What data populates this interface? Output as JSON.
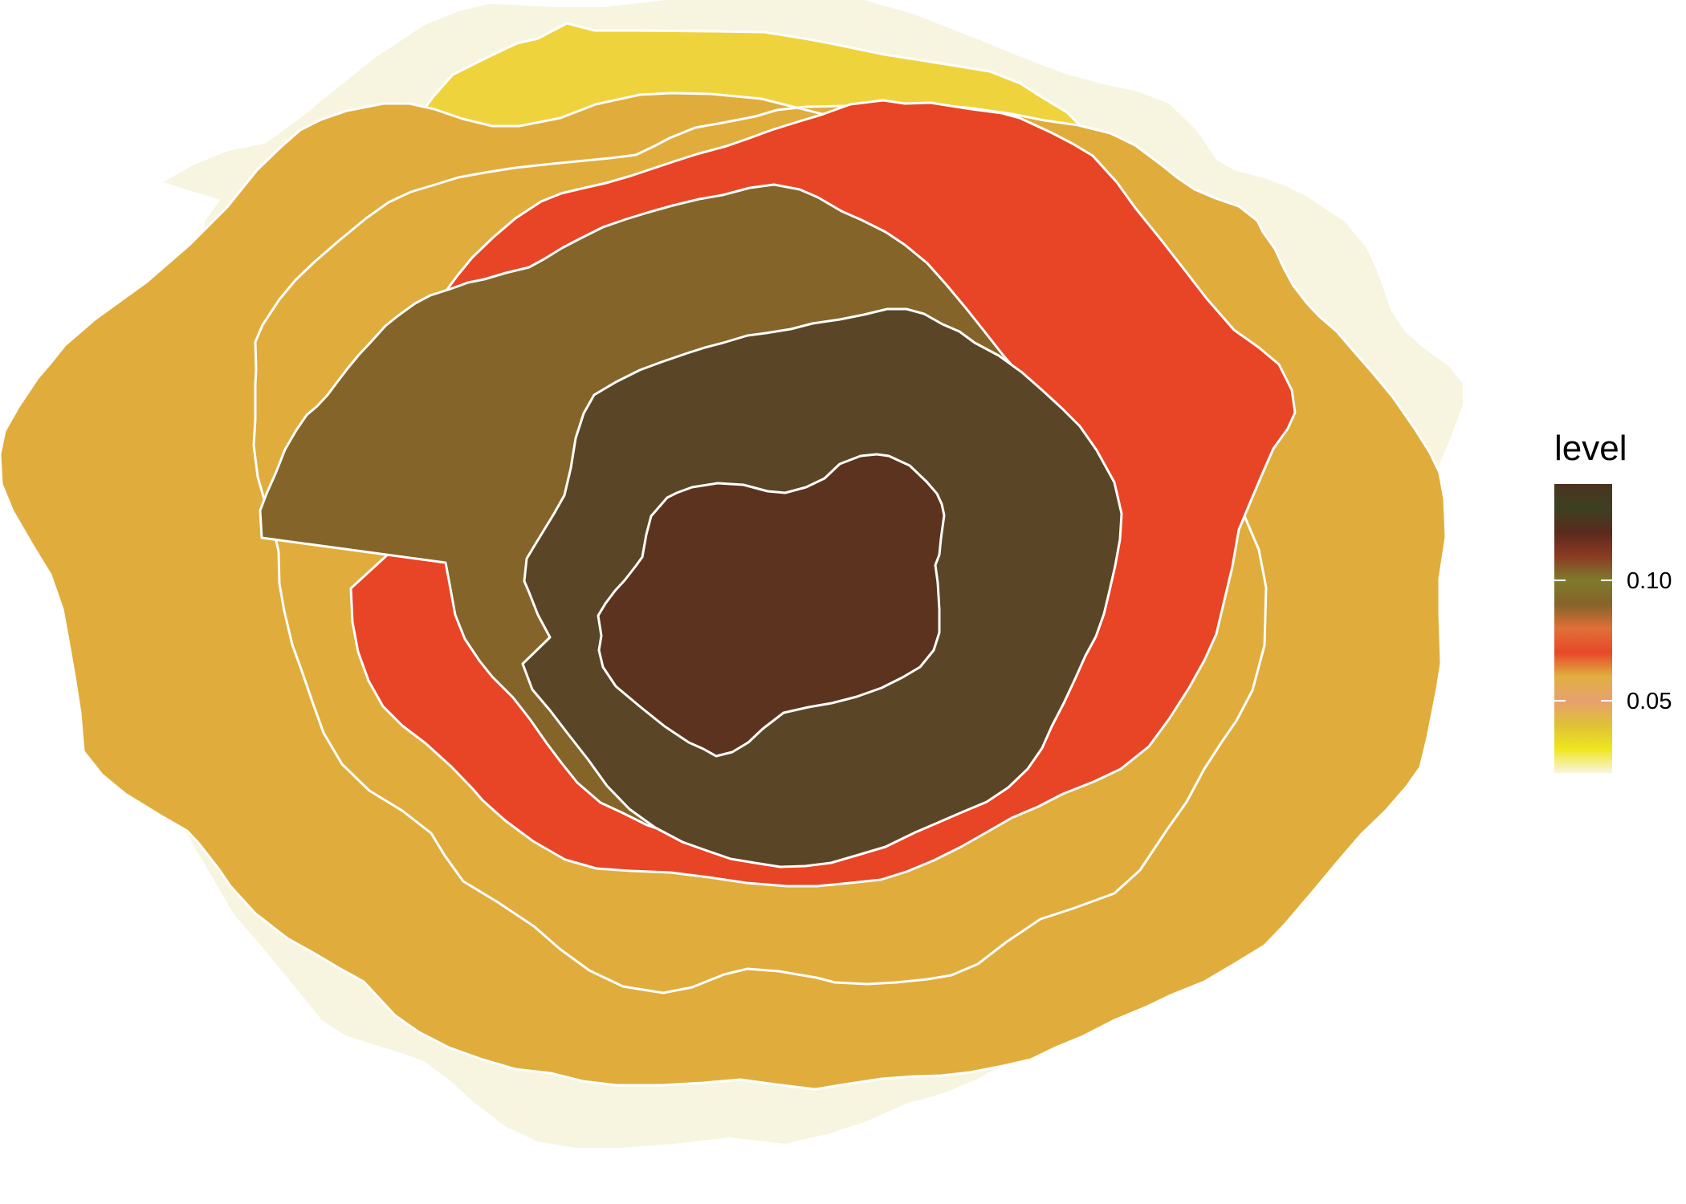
{
  "chart_data": {
    "type": "filled-contour",
    "title": "",
    "xlabel": "",
    "ylabel": "",
    "grid": false,
    "axes_visible": false,
    "legend": {
      "title": "level",
      "placement": "right",
      "kind": "colorbar",
      "range": [
        0.02,
        0.14
      ],
      "ticks": [
        {
          "value": 0.05,
          "label": "0.05"
        },
        {
          "value": 0.1,
          "label": "0.10"
        }
      ],
      "gradient_stops": [
        {
          "value": 0.02,
          "color": "#F8F5E0"
        },
        {
          "value": 0.03,
          "color": "#EEE61E"
        },
        {
          "value": 0.04,
          "color": "#E0C038"
        },
        {
          "value": 0.05,
          "color": "#E8A070"
        },
        {
          "value": 0.06,
          "color": "#E0B040"
        },
        {
          "value": 0.07,
          "color": "#E84828"
        },
        {
          "value": 0.08,
          "color": "#E07038"
        },
        {
          "value": 0.09,
          "color": "#86632A"
        },
        {
          "value": 0.1,
          "color": "#7F7A2C"
        },
        {
          "value": 0.11,
          "color": "#8A3B22"
        },
        {
          "value": 0.12,
          "color": "#5A2A1E"
        },
        {
          "value": 0.13,
          "color": "#3C4120"
        },
        {
          "value": 0.14,
          "color": "#4C3220"
        }
      ]
    },
    "bands": [
      {
        "level": 0.02,
        "color": "#F7F5E0"
      },
      {
        "level": 0.04,
        "color": "#EFD33C"
      },
      {
        "level": 0.06,
        "color": "#E0AC3C"
      },
      {
        "level": 0.08,
        "color": "#E84426"
      },
      {
        "level": 0.1,
        "color": "#846428"
      },
      {
        "level": 0.12,
        "color": "#5A4626"
      },
      {
        "level": 0.14,
        "color": "#5C331E"
      }
    ],
    "contour_line_color": "#FFFFFF"
  }
}
